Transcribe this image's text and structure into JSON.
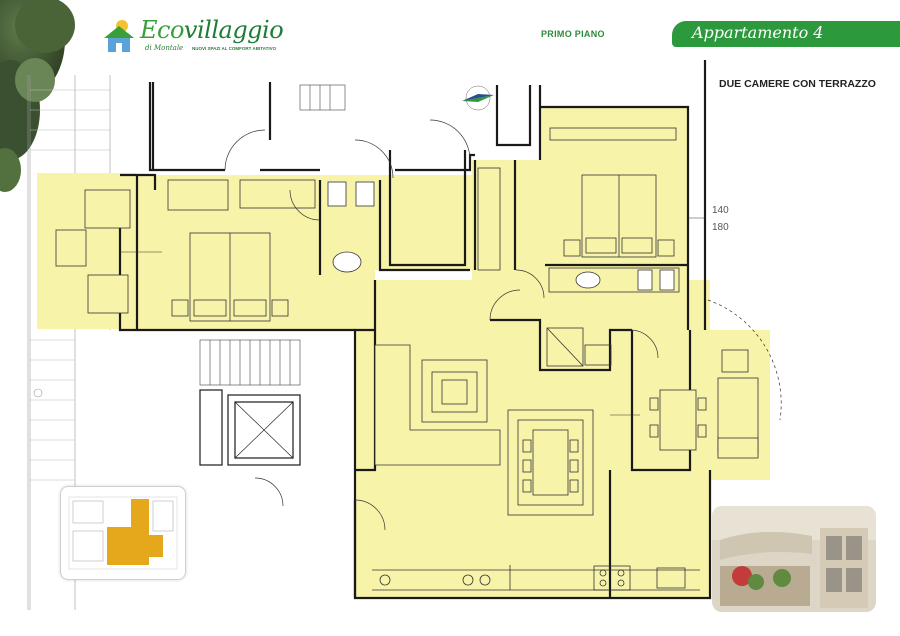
{
  "header": {
    "logo_name_part1": "Eco",
    "logo_name_part2": "villaggio",
    "logo_location": "di Montale",
    "logo_slogan": "NUOVI SPAZI AL COMFORT ABITATIVO",
    "floor_label": "PRIMO PIANO",
    "apartment_title": "Appartamento 4",
    "apartment_subtitle": "DUE CAMERE CON TERRAZZO"
  },
  "dimensions": {
    "width_label": "140",
    "length_label": "180"
  },
  "colors": {
    "highlight": "#f7f3a9",
    "brand_green": "#2c9a3c",
    "wall": "#1a1a1a"
  },
  "icons": [
    "tree-icon",
    "compass-icon",
    "plan-thumbnail",
    "building-photo"
  ]
}
